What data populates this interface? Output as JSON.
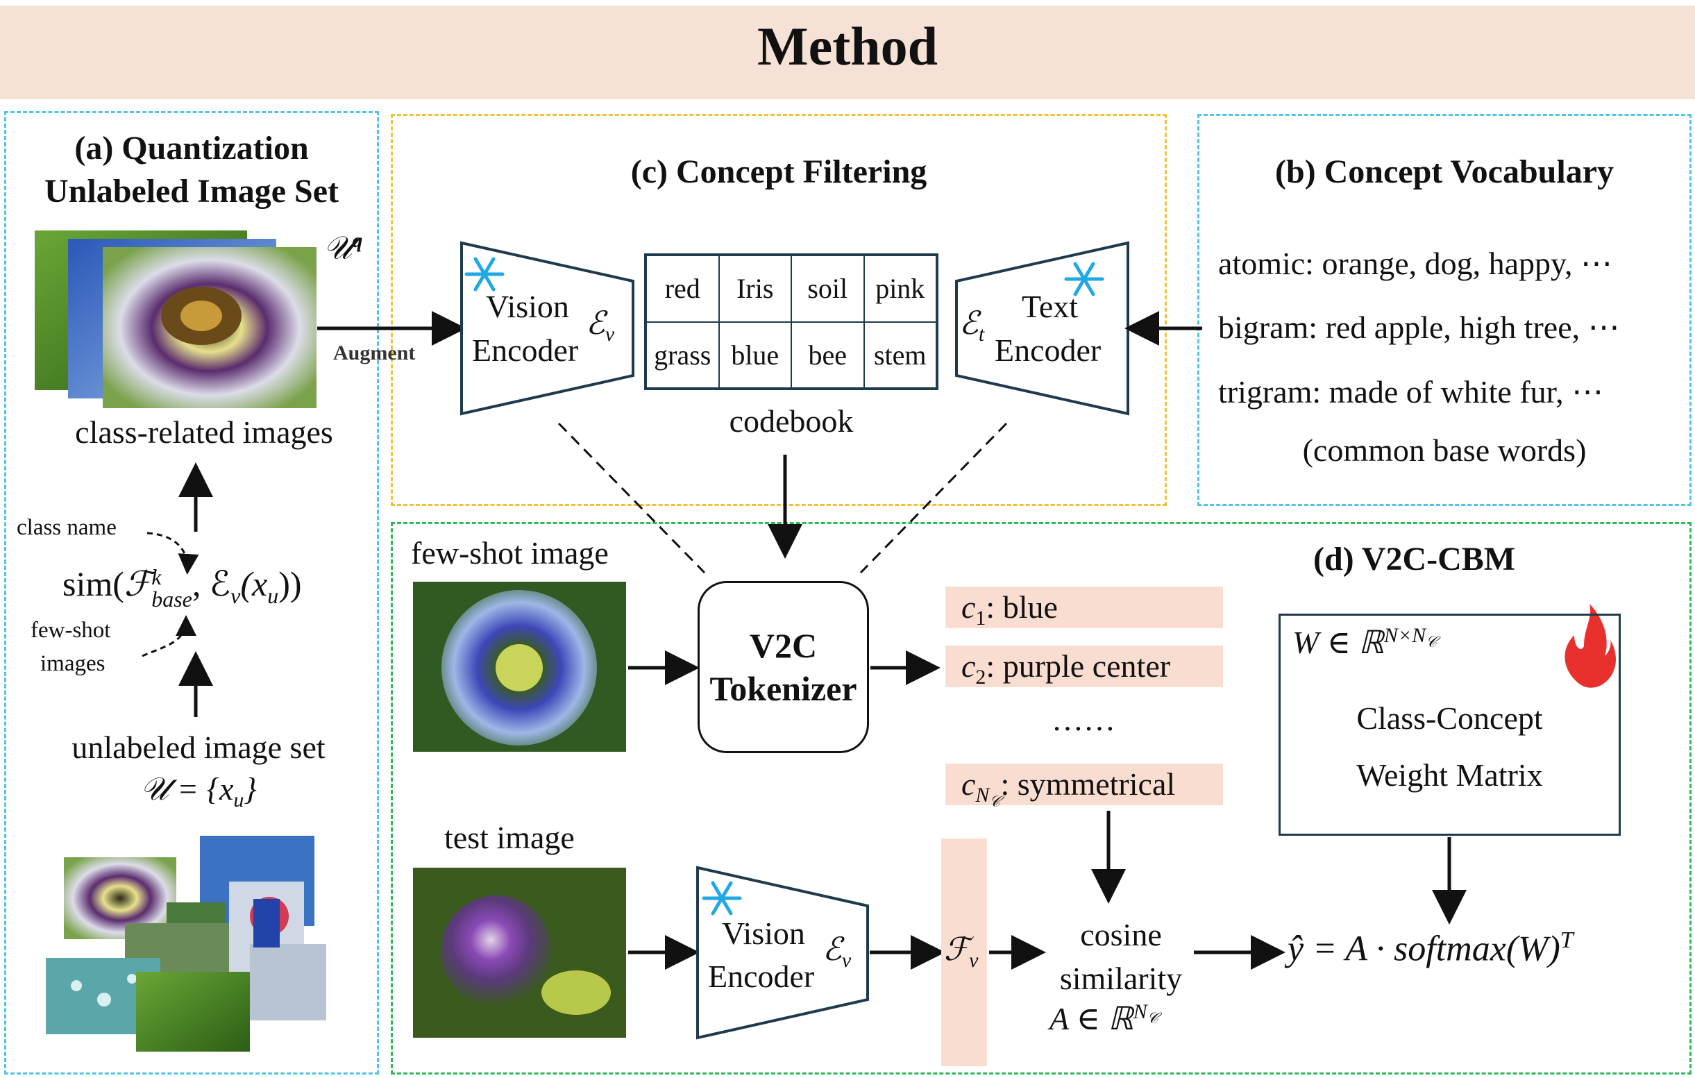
{
  "title": "Method",
  "panel_a": {
    "heading_line1": "(a) Quantization",
    "heading_line2": "Unlabeled Image Set",
    "u_q_symbol": "𝒰",
    "u_q_sup": "q",
    "class_related_label": "class-related images",
    "class_name_label": "class name",
    "few_shot_label_1": "few-shot",
    "few_shot_label_2": "images",
    "sim_prefix": "sim(",
    "sim_F": "ℱ",
    "sim_sup": "k",
    "sim_sub": "base",
    "sim_mid": ", ℰ",
    "sim_v": "v",
    "sim_arg": "(x",
    "sim_u": "u",
    "sim_end": "))",
    "unlabeled_label": "unlabeled image set",
    "unlabeled_formula": "𝒰 = {x",
    "unlabeled_formula_sub": "u",
    "unlabeled_formula_end": "}",
    "augment_label": "Augment"
  },
  "panel_c": {
    "heading": "(c) Concept Filtering",
    "vision_encoder_line1": "Vision",
    "vision_encoder_line2": "Encoder",
    "vision_symbol": "ℰ",
    "vision_sub": "v",
    "text_encoder_line1": "Text",
    "text_encoder_line2": "Encoder",
    "text_symbol": "ℰ",
    "text_sub": "t",
    "codebook_cells": [
      "red",
      "Iris",
      "soil",
      "pink",
      "grass",
      "blue",
      "bee",
      "stem"
    ],
    "codebook_label": "codebook"
  },
  "panel_b": {
    "heading": "(b) Concept Vocabulary",
    "line_atomic": "atomic: orange, dog, happy, ⋯",
    "line_bigram": "bigram: red apple, high tree, ⋯",
    "line_trigram": "trigram: made of white fur, ⋯",
    "line_common": "(common base words)"
  },
  "panel_d": {
    "heading": "(d) V2C-CBM",
    "few_shot_image_label": "few-shot image",
    "test_image_label": "test image",
    "tokenizer_line1": "V2C",
    "tokenizer_line2": "Tokenizer",
    "concepts": [
      {
        "sym": "c",
        "sub": "1",
        "text": ": blue"
      },
      {
        "sym": "c",
        "sub": "2",
        "text": ": purple center"
      },
      {
        "sym": "c",
        "sub": "N",
        "subsub": "𝒞",
        "text": ": symmetrical"
      }
    ],
    "ellipsis": "……",
    "vision_encoder_line1": "Vision",
    "vision_encoder_line2": "Encoder",
    "vision_symbol": "ℰ",
    "vision_sub": "v",
    "feature_symbol": "ℱ",
    "feature_sub": "v",
    "cosine_line1": "cosine",
    "cosine_line2": "similarity",
    "A_formula": "A ∈ ℝ",
    "A_sup": "N",
    "A_supsub": "𝒞",
    "W_formula": "W ∈ ℝ",
    "W_sup": "N×N",
    "W_supsub": "𝒞",
    "matrix_line1": "Class-Concept",
    "matrix_line2": "Weight Matrix",
    "output_formula": "ŷ = A · softmax(W)",
    "output_sup": "T"
  },
  "colors": {
    "title_band": "#f6e1d6",
    "blue_dash": "#4fc3e8",
    "yellow_dash": "#f1c232",
    "green_dash": "#2fb85a",
    "concept_fill": "#f9ddd0",
    "encoder_stroke": "#1f3a4d",
    "snowflake": "#1fa7e6",
    "fire": "#e8312c"
  }
}
